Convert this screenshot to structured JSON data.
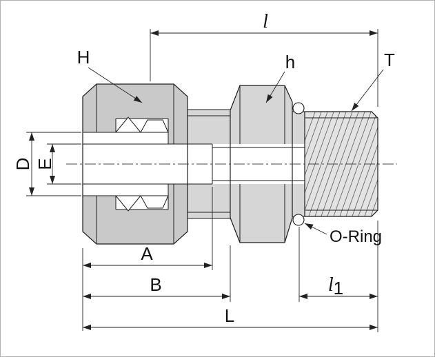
{
  "labels": {
    "H": "H",
    "h": "h",
    "T": "T",
    "D": "D",
    "E": "E",
    "A": "A",
    "B": "B",
    "L": "L",
    "l": "l",
    "l1_base": "l",
    "l1_sub": "1",
    "o_ring": "O-Ring"
  },
  "colors": {
    "line": "#1a1a1a",
    "nut_fill": "#c9c9c9",
    "body_fill": "#d6d6d6",
    "thread_fill": "#e3e3e3",
    "background": "#ffffff"
  }
}
